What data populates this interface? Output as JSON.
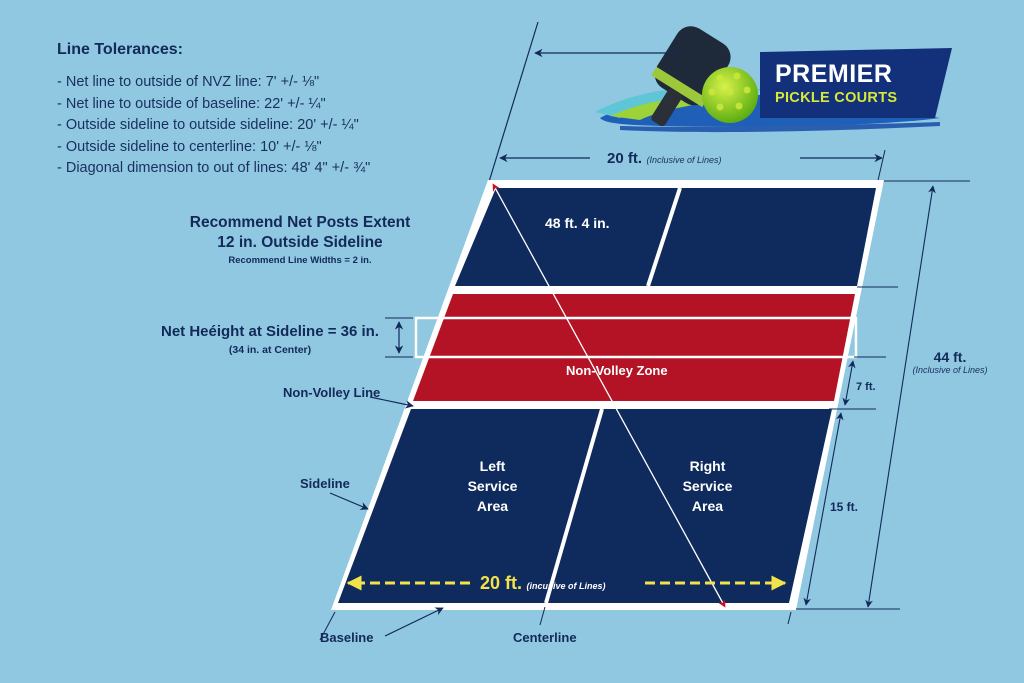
{
  "tolerances": {
    "title": "Line Tolerances:",
    "items": [
      "Net line to outside of NVZ line: 7' +/- ⅛\"",
      "Net line to outside of baseline: 22' +/- ¼\"",
      "Outside sideline to outside sideline: 20' +/- ¼\"",
      "Outside sideline to centerline: 10' +/- ⅛\"",
      "Diagonal dimension to out of lines: 48' 4\" +/- ¾\""
    ]
  },
  "logo": {
    "line1": "PREMIER",
    "line2": "PICKLE COURTS"
  },
  "net_posts": {
    "line1": "Recommend Net Posts Extent",
    "line2": "12 in. Outside Sideline",
    "line3": "Recommend Line Widths = 2 in."
  },
  "net_height": {
    "line1": "Net Heéight at Sideline = 36 in.",
    "line2": "(34 in. at Center)"
  },
  "labels": {
    "non_volley_line": "Non-Volley Line",
    "sideline": "Sideline",
    "baseline": "Baseline",
    "centerline": "Centerline"
  },
  "court": {
    "diagonal": "48 ft. 4 in.",
    "nvz": "Non-Volley Zone",
    "left_service": [
      "Left",
      "Service",
      "Area"
    ],
    "right_service": [
      "Right",
      "Service",
      "Area"
    ]
  },
  "dimensions": {
    "top_width": "20 ft.",
    "top_width_note": "(Inclusive of Lines)",
    "bottom_width": "20 ft.",
    "bottom_width_note": "(incusive of Lines)",
    "length": "44 ft.",
    "length_note": "(Inclusive of Lines)",
    "nvz_depth": "7 ft.",
    "service_depth": "15 ft."
  },
  "colors": {
    "background": "#8fc8e0",
    "court_blue": "#0f2a5c",
    "nvz_red": "#b31325",
    "line_white": "#ffffff",
    "text_navy": "#13295a",
    "dim_yellow": "#f4e24b",
    "ball_green": "#8fd31e"
  }
}
